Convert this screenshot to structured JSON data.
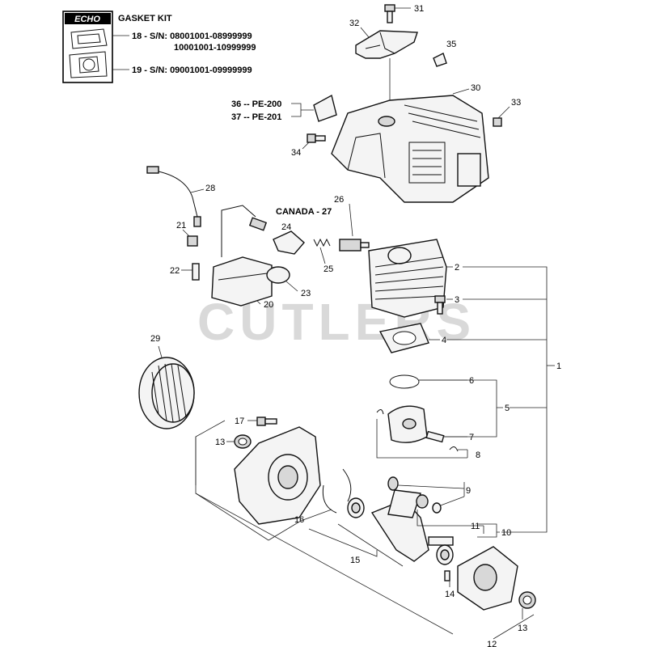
{
  "header": {
    "brand": "ECHO",
    "title": "GASKET KIT",
    "line18a": "18 - S/N: 08001001-08999999",
    "line18b": "10001001-10999999",
    "line19": "19 - S/N: 09001001-09999999"
  },
  "watermark": "CUTLERS",
  "labels": {
    "p1": "1",
    "p2": "2",
    "p3": "3",
    "p4": "4",
    "p5": "5",
    "p6": "6",
    "p7": "7",
    "p8": "8",
    "p9": "9",
    "p10": "10",
    "p11": "11",
    "p12": "12",
    "p13a": "13",
    "p13b": "13",
    "p14": "14",
    "p15": "15",
    "p16": "16",
    "p17": "17",
    "p20": "20",
    "p21": "21",
    "p22": "22",
    "p23": "23",
    "p24": "24",
    "p25": "25",
    "p26": "26",
    "p27": "CANADA - 27",
    "p28": "28",
    "p29": "29",
    "p30": "30",
    "p31": "31",
    "p32": "32",
    "p33": "33",
    "p34": "34",
    "p35": "35",
    "p36": "36  -- PE-200",
    "p37": "37  -- PE-201"
  }
}
